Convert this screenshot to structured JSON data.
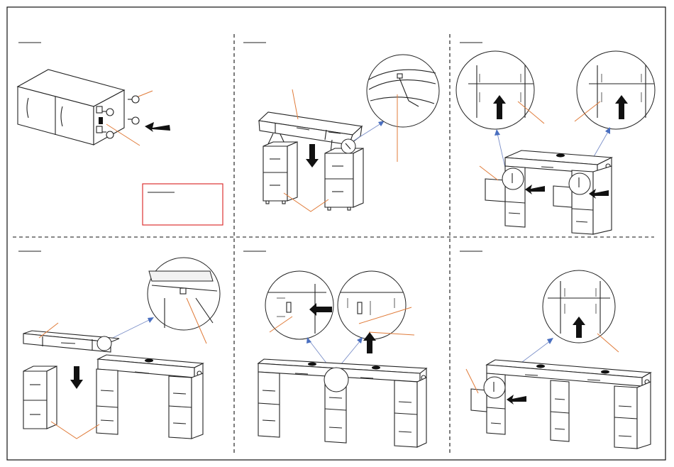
{
  "diagram": {
    "steps": [
      {
        "id": "step-1"
      },
      {
        "id": "step-2"
      },
      {
        "id": "step-3"
      },
      {
        "id": "step-4"
      },
      {
        "id": "step-5"
      },
      {
        "id": "step-6"
      }
    ],
    "colors": {
      "line": "#222222",
      "leader": "#e07b39",
      "detail-pointer": "#4a6fc0",
      "note-box": "#dd3333"
    }
  }
}
